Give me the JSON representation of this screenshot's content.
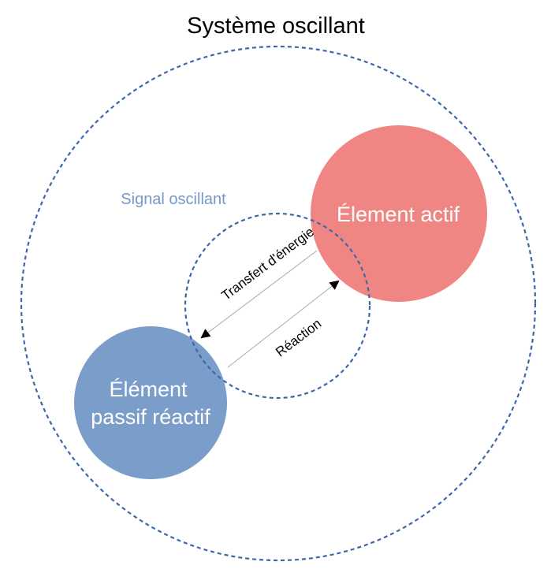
{
  "title": "Système oscillant",
  "signal_label": "Signal oscillant",
  "active_element": {
    "label": "Élement actif",
    "color": "#ef8683"
  },
  "passive_element": {
    "label_line1": "Élément",
    "label_line2": "passif réactif",
    "color": "#7a9dc9"
  },
  "arrows": {
    "energy_transfer": "Transfert d'énergie",
    "reaction": "Réaction"
  },
  "colors": {
    "dashed_border": "#3f66a8",
    "signal_text": "#7598c8",
    "arrow_line": "#a8a8a8",
    "arrow_head": "#000000"
  }
}
